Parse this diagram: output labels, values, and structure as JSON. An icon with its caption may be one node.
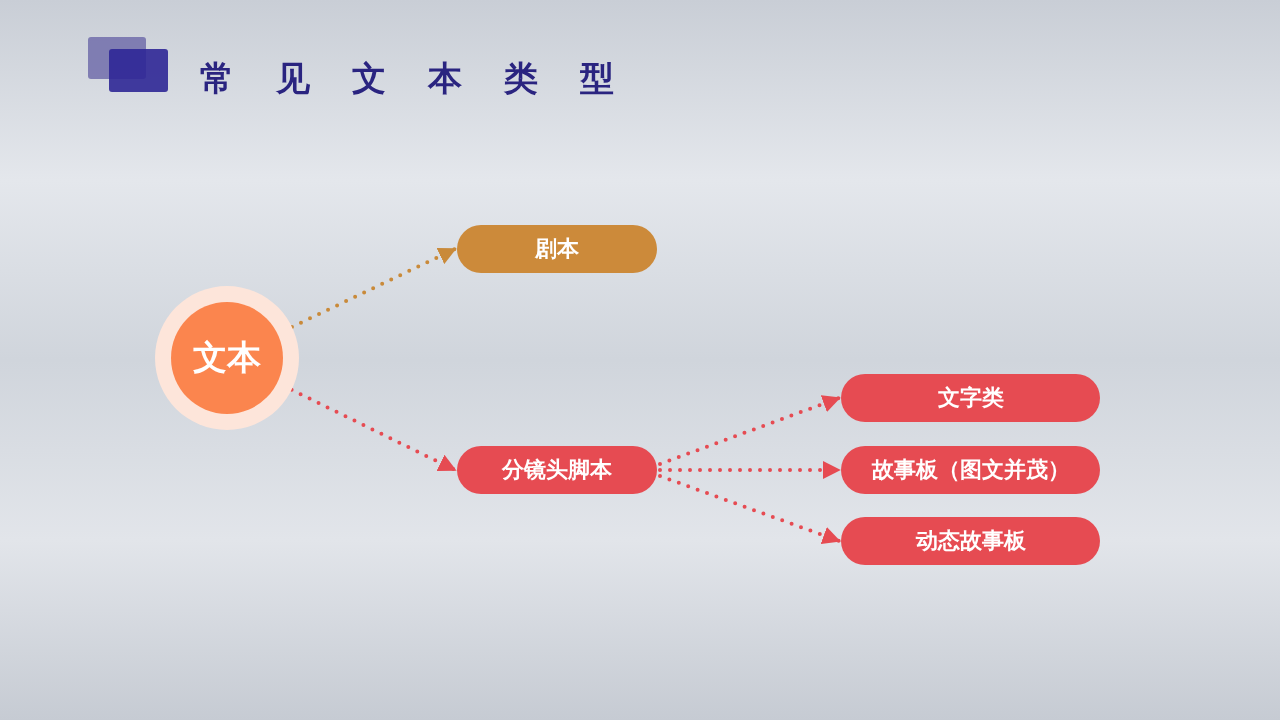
{
  "diagram": {
    "title": "常见文本类型",
    "nodes": [
      {
        "text": [
          "文本"
        ]
      },
      {
        "text": [
          "剧本"
        ]
      },
      {
        "text": [
          "分镜头脚本"
        ]
      },
      {
        "text": [
          "文字类"
        ]
      },
      {
        "text": [
          "故事板（图文并茂）"
        ]
      },
      {
        "text": [
          "动态故事板"
        ]
      }
    ],
    "edges": [
      {
        "from": 0,
        "to": 1,
        "arrow": "to",
        "color": "#c98a3a"
      },
      {
        "from": 0,
        "to": 2,
        "arrow": "to"
      },
      {
        "from": 2,
        "to": 3,
        "arrow": "to"
      },
      {
        "from": 2,
        "to": 4,
        "arrow": "to"
      },
      {
        "from": 2,
        "to": 5,
        "arrow": "to"
      }
    ]
  }
}
